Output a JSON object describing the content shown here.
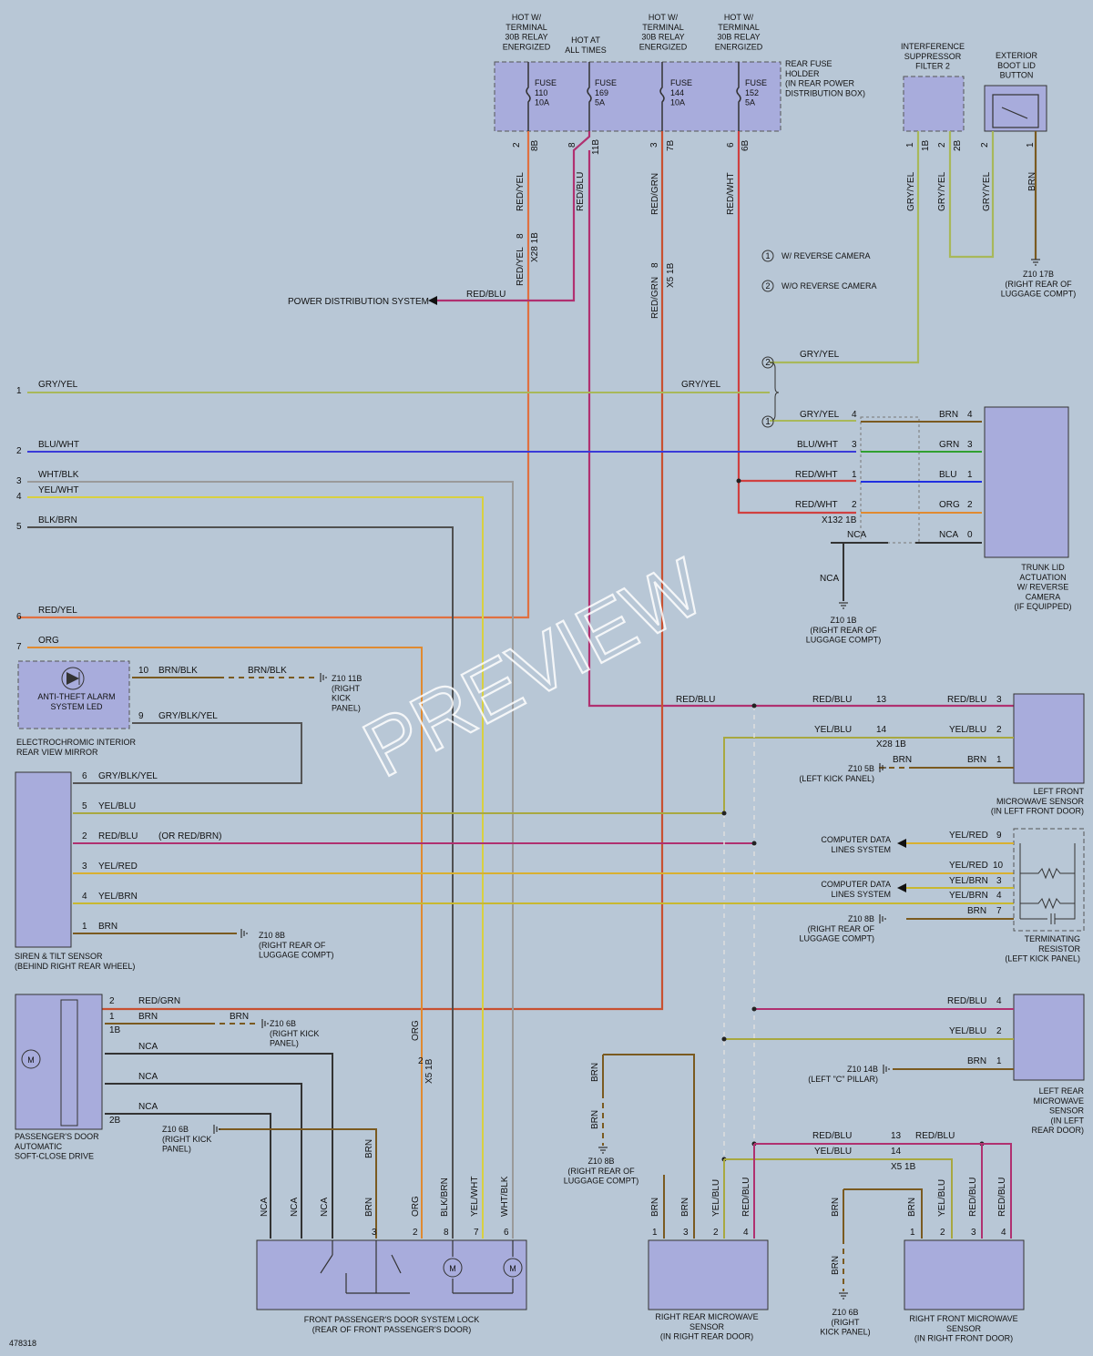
{
  "colors": {
    "background": "#b8c7d6",
    "component_fill": "#a8acdc",
    "gry_yel": "#a8b85a",
    "blu_wht": "#3a3ad8",
    "wht_blk": "#9a9a9a",
    "yel_wht": "#d8d040",
    "blk_brn": "#505050",
    "red_yel": "#e07040",
    "org": "#e08a30",
    "red_blu": "#b03070",
    "red_grn": "#c85030",
    "red_wht": "#d04040",
    "brn": "#7a5a20",
    "yel_blu": "#a8a840",
    "yel_red": "#d8b030",
    "yel_brn": "#c8b830",
    "grn": "#30a030",
    "blu": "#2030e0"
  },
  "top": {
    "hot_30b_1": "HOT W/\nTERMINAL\n30B RELAY\nENERGIZED",
    "hot_all_times": "HOT AT\nALL TIMES",
    "hot_30b_2": "HOT W/\nTERMINAL\n30B RELAY\nENERGIZED",
    "hot_30b_3": "HOT W/\nTERMINAL\n30B RELAY\nENERGIZED",
    "fuse_110": "FUSE\n110\n10A",
    "fuse_169": "FUSE\n169\n5A",
    "fuse_144": "FUSE\n144\n10A",
    "fuse_152": "FUSE\n152\n5A",
    "rear_fuse_holder": "REAR FUSE\nHOLDER\n(IN REAR POWER\nDISTRIBUTION BOX)",
    "suppressor": "INTERFERENCE\nSUPPRESSOR\nFILTER 2",
    "boot_lid_button": "EXTERIOR\nBOOT LID\nBUTTON",
    "ground_17b": "Z10 17B\n(RIGHT REAR OF\nLUGGAGE COMPT)"
  },
  "pins": {
    "p2": "2",
    "p8b": "8B",
    "p8": "8",
    "p11b": "11B",
    "p3": "3",
    "p7b": "7B",
    "p6": "6",
    "p6b": "6B",
    "p1": "1",
    "p1b": "1B",
    "p2b": "2B"
  },
  "connectors": {
    "x28_1b": "X28 1B",
    "x5_1b": "X5 1B",
    "x132_1b": "X132 1B"
  },
  "wires": {
    "red_yel": "RED/YEL",
    "red_blu": "RED/BLU",
    "red_grn": "RED/GRN",
    "red_wht": "RED/WHT",
    "gry_yel": "GRY/YEL",
    "brn": "BRN",
    "blu_wht": "BLU/WHT",
    "wht_blk": "WHT/BLK",
    "yel_wht": "YEL/WHT",
    "blk_brn": "BLK/BRN",
    "org": "ORG",
    "grn": "GRN",
    "blu": "BLU",
    "nca": "NCA",
    "brn_blk": "BRN/BLK",
    "gry_blk_yel": "GRY/BLK/YEL",
    "yel_blu": "YEL/BLU",
    "yel_red": "YEL/RED",
    "yel_brn": "YEL/BRN",
    "or_red_brn": "(OR RED/BRN)"
  },
  "legend": {
    "w_camera": "W/ REVERSE CAMERA",
    "wo_camera": "W/O REVERSE CAMERA",
    "one": "1",
    "two": "2"
  },
  "labels": {
    "power_distribution": "POWER DISTRIBUTION SYSTEM",
    "trunk_lid": "TRUNK LID\nACTUATION\nW/ REVERSE\nCAMERA\n(IF EQUIPPED)",
    "ground_1b": "Z10 1B\n(RIGHT REAR OF\nLUGGAGE COMPT)",
    "anti_theft": "ANTI-THEFT ALARM\nSYSTEM LED",
    "mirror": "ELECTROCHROMIC INTERIOR\nREAR VIEW MIRROR",
    "ground_11b": "Z10 11B\n(RIGHT\nKICK\nPANEL)",
    "siren": "SIREN & TILT SENSOR\n(BEHIND RIGHT REAR WHEEL)",
    "ground_8b_a": "Z10 8B\n(RIGHT REAR OF\nLUGGAGE COMPT)",
    "soft_close": "PASSENGER'S DOOR\nAUTOMATIC\nSOFT-CLOSE DRIVE",
    "ground_6b_a": "Z10 6B\n(RIGHT KICK\nPANEL)",
    "ground_6b_b": "Z10 6B\n(RIGHT KICK\nPANEL)",
    "door_lock": "FRONT PASSENGER'S DOOR SYSTEM LOCK\n(REAR OF FRONT PASSENGER'S DOOR)",
    "ground_5b": "Z10 5B\n(LEFT KICK PANEL)",
    "lf_micro": "LEFT FRONT\nMICROWAVE SENSOR\n(IN LEFT FRONT DOOR)",
    "computer_data_1": "COMPUTER DATA\nLINES SYSTEM",
    "computer_data_2": "COMPUTER DATA\nLINES SYSTEM",
    "ground_8b_b": "Z10 8B\n(RIGHT REAR OF\nLUGGAGE COMPT)",
    "terminating": "TERMINATING\nRESISTOR\n(LEFT KICK PANEL)",
    "ground_14b": "Z10 14B\n(LEFT \"C\" PILLAR)",
    "lr_micro": "LEFT REAR\nMICROWAVE\nSENSOR\n(IN LEFT\nREAR DOOR)",
    "ground_8b_c": "Z10 8B\n(RIGHT REAR OF\nLUGGAGE COMPT)",
    "rr_micro": "RIGHT REAR MICROWAVE\nSENSOR\n(IN RIGHT REAR DOOR)",
    "ground_6b_c": "Z10 6B\n(RIGHT\nKICK PANEL)",
    "rf_micro": "RIGHT FRONT MICROWAVE\nSENSOR\n(IN RIGHT FRONT DOOR)",
    "figure_id": "478318",
    "watermark": "PREVIEW"
  },
  "left_rows": [
    "1",
    "2",
    "3",
    "4",
    "5",
    "6",
    "7"
  ],
  "nums": {
    "n0": "0",
    "n1": "1",
    "n2": "2",
    "n3": "3",
    "n4": "4",
    "n5": "5",
    "n6": "6",
    "n7": "7",
    "n8": "8",
    "n9": "9",
    "n10": "10",
    "n13": "13",
    "n14": "14"
  }
}
